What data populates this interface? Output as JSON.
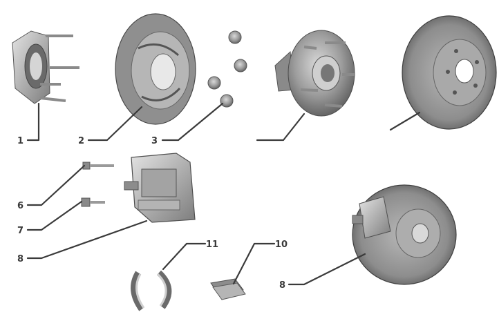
{
  "callouts": {
    "c1": "1",
    "c2": "2",
    "c3": "3",
    "c6": "6",
    "c7": "7",
    "c8a": "8",
    "c8b": "8",
    "c10": "10",
    "c11": "11"
  },
  "parts": [
    {
      "id": "carrier",
      "icon": "wheel-carrier-icon"
    },
    {
      "id": "backing-plate",
      "icon": "backing-plate-drum-icon"
    },
    {
      "id": "lug-nuts",
      "icon": "lug-nut-icon"
    },
    {
      "id": "hub-bearing",
      "icon": "hub-bearing-icon"
    },
    {
      "id": "brake-disc",
      "icon": "brake-disc-icon"
    },
    {
      "id": "bleeder-bolt",
      "icon": "bolt-icon"
    },
    {
      "id": "guide-pin",
      "icon": "bolt-icon"
    },
    {
      "id": "caliper",
      "icon": "caliper-icon"
    },
    {
      "id": "brake-shoes",
      "icon": "parking-brake-shoe-icon"
    },
    {
      "id": "brake-pads",
      "icon": "brake-pad-icon"
    },
    {
      "id": "disc-assembly",
      "icon": "disc-caliper-assembly-icon"
    }
  ]
}
